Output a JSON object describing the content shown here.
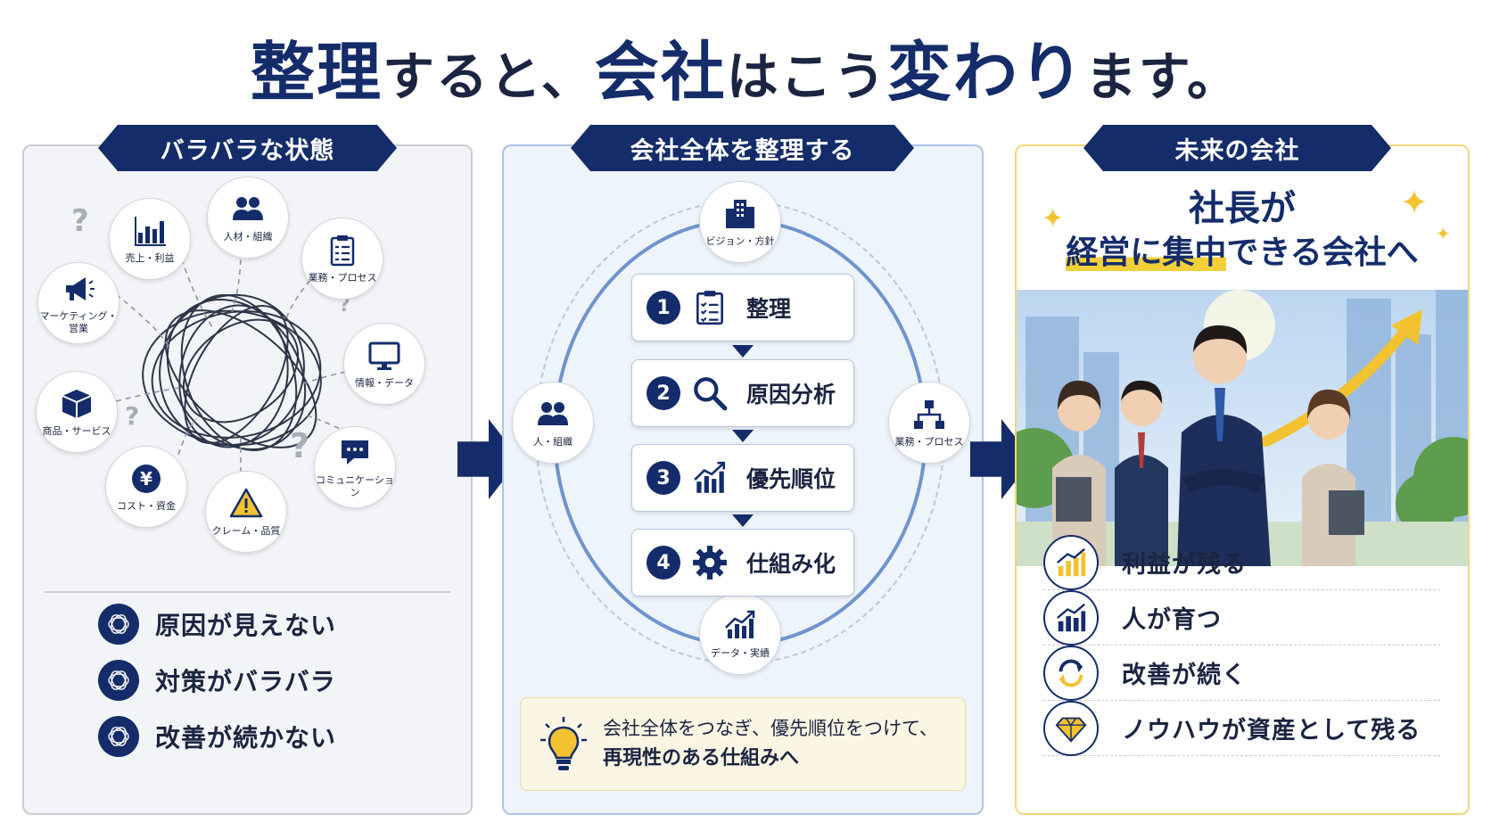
{
  "title": {
    "part1_emph": "整理",
    "part2": "すると、",
    "part3_emph": "会社",
    "part4": "はこう",
    "part5_emph": "変わり",
    "part6": "ます。"
  },
  "left": {
    "banner": "バラバラな状態",
    "nodes": [
      "売上・利益",
      "人材・組織",
      "業務・プロセス",
      "マーケティング・営業",
      "情報・データ",
      "商品・サービス",
      "コミュニケーション",
      "コスト・資金",
      "クレーム・品質"
    ],
    "problems": [
      "原因が見えない",
      "対策がバラバラ",
      "改善が続かない"
    ]
  },
  "middle": {
    "banner": "会社全体を整理する",
    "nodes": [
      "ビジョン・方針",
      "人・組織",
      "業務・プロセス",
      "データ・実績"
    ],
    "steps": [
      {
        "num": "1",
        "label": "整理"
      },
      {
        "num": "2",
        "label": "原因分析"
      },
      {
        "num": "3",
        "label": "優先順位"
      },
      {
        "num": "4",
        "label": "仕組み化"
      }
    ],
    "note_line1": "会社全体をつなぎ、優先順位をつけて、",
    "note_line2": "再現性のある仕組みへ"
  },
  "right": {
    "banner": "未来の会社",
    "headline_line1": "社長が",
    "headline_hl": "経営に集中",
    "headline_rest": "できる会社へ",
    "benefits": [
      "利益が残る",
      "人が育つ",
      "改善が続く",
      "ノウハウが資産として残る"
    ]
  },
  "colors": {
    "navy": "#142c6a",
    "accent_yellow": "#f2c230",
    "middle_ring": "#6f93cd"
  }
}
